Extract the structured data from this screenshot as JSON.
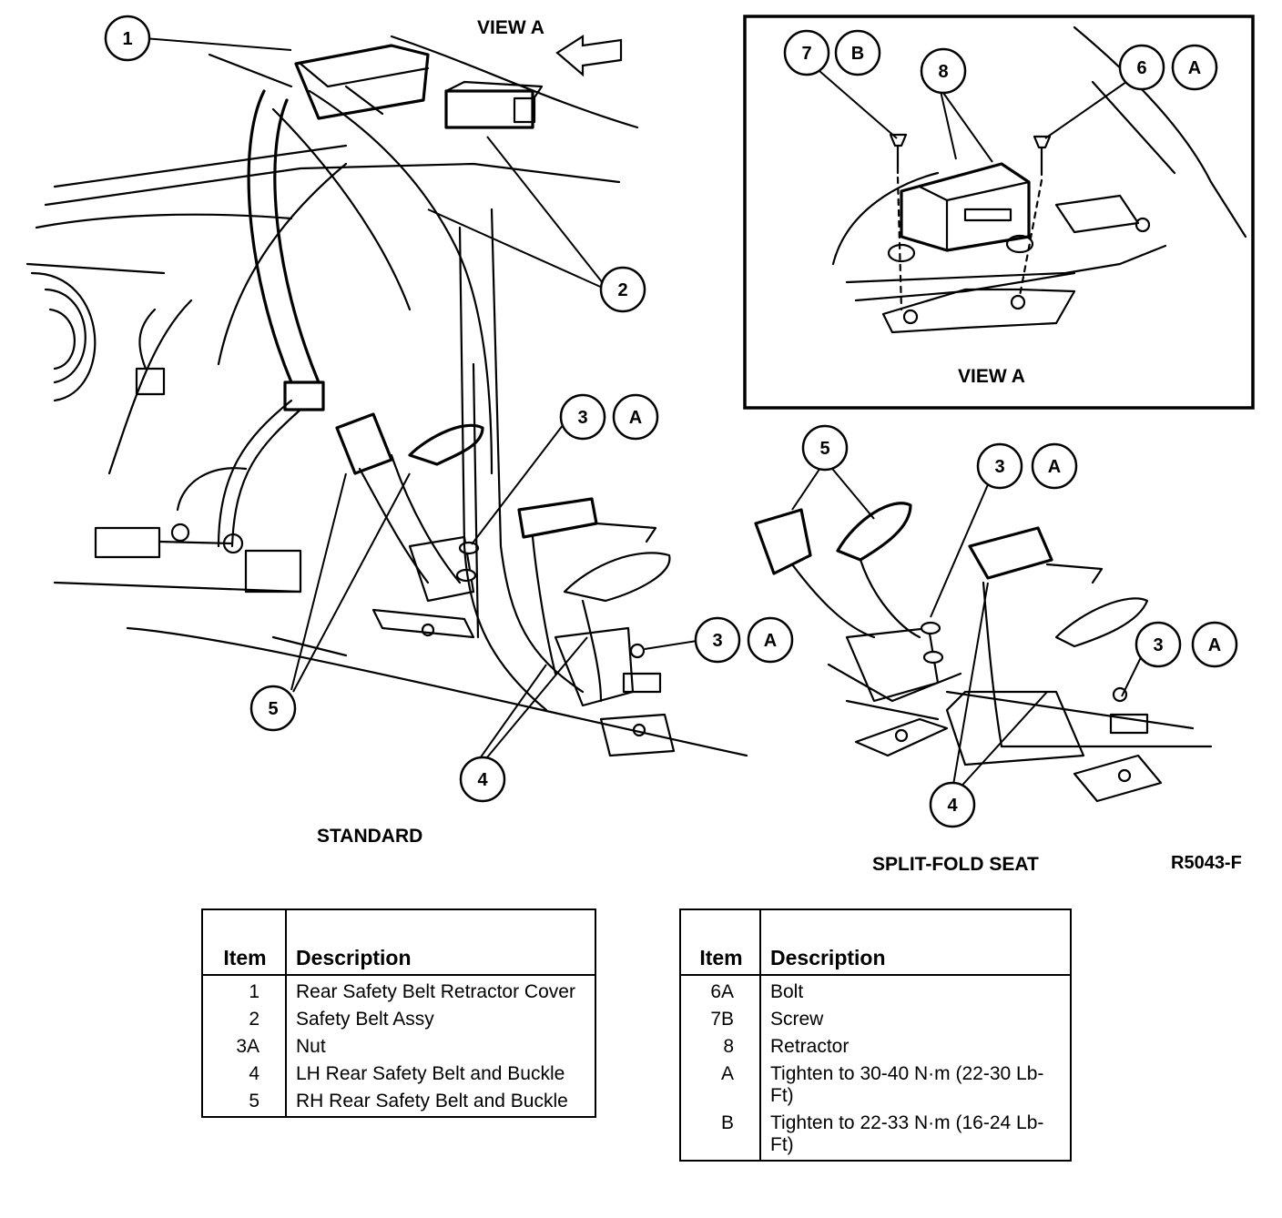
{
  "labels": {
    "view_a_arrow": "VIEW A",
    "view_a_inset": "VIEW A",
    "standard": "STANDARD",
    "split_fold": "SPLIT-FOLD SEAT",
    "figure_id": "R5043-F"
  },
  "callouts": {
    "c1": "1",
    "c2": "2",
    "c3_std_upper": "3",
    "a_std_upper": "A",
    "c3_std_lower": "3",
    "a_std_lower": "A",
    "c4_std": "4",
    "c5_std": "5",
    "c7": "7",
    "b_inset": "B",
    "c8": "8",
    "c6": "6",
    "a_inset": "A",
    "c5_split": "5",
    "c3_split_upper": "3",
    "a_split_upper": "A",
    "c3_split_lower": "3",
    "a_split_lower": "A",
    "c4_split": "4"
  },
  "table_left": {
    "header_item": "Item",
    "header_desc": "Description",
    "rows": [
      {
        "item": "1",
        "desc": "Rear Safety Belt Retractor Cover"
      },
      {
        "item": "2",
        "desc": "Safety Belt Assy"
      },
      {
        "item": "3A",
        "desc": "Nut"
      },
      {
        "item": "4",
        "desc": "LH Rear Safety Belt and Buckle"
      },
      {
        "item": "5",
        "desc": "RH Rear Safety Belt and Buckle"
      }
    ]
  },
  "table_right": {
    "header_item": "Item",
    "header_desc": "Description",
    "rows": [
      {
        "item": "6A",
        "desc": "Bolt"
      },
      {
        "item": "7B",
        "desc": "Screw"
      },
      {
        "item": "8",
        "desc": "Retractor"
      },
      {
        "item": "A",
        "desc": "Tighten to 30-40 N·m (22-30 Lb-Ft)"
      },
      {
        "item": "B",
        "desc": "Tighten to 22-33 N·m (16-24 Lb-Ft)"
      }
    ]
  }
}
